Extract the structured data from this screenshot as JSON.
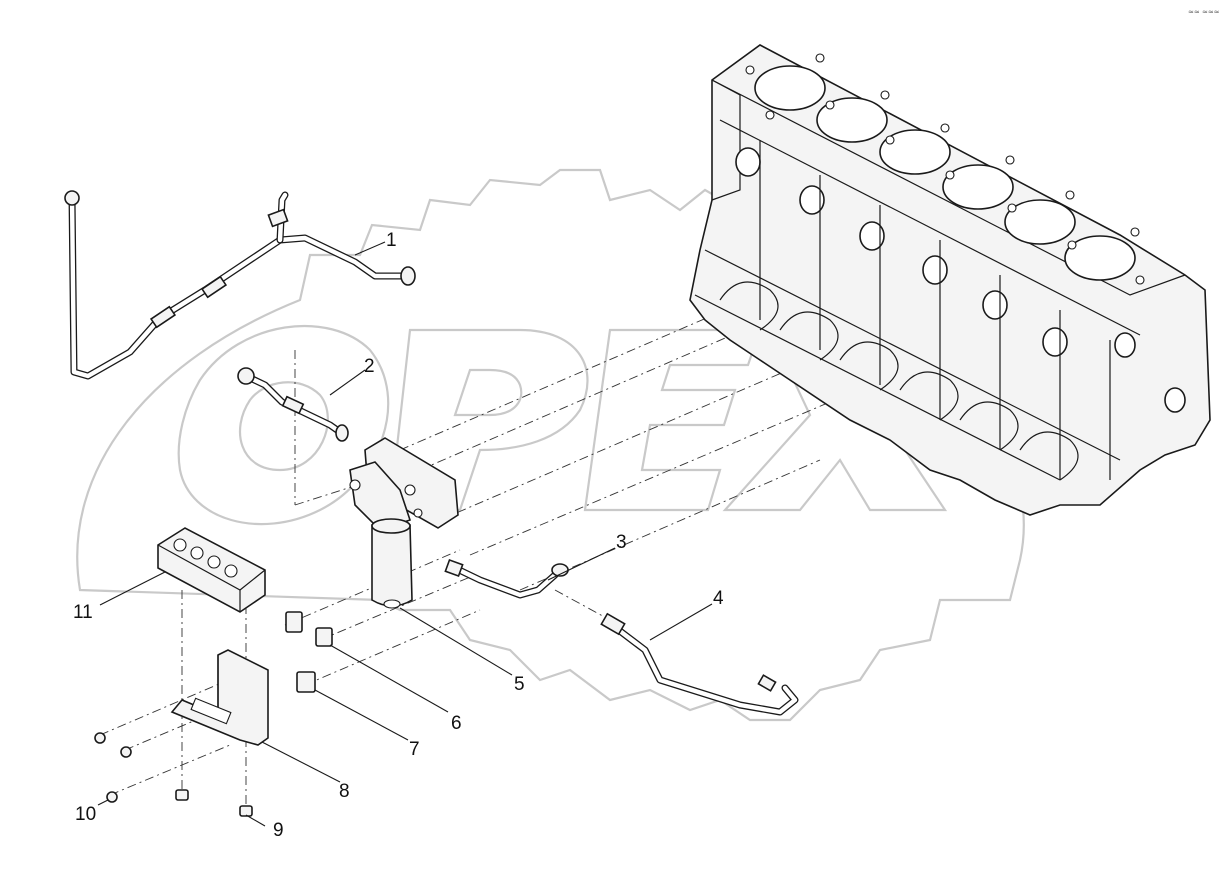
{
  "watermark": {
    "text": "OPEX"
  },
  "corner_note": "≈≈ ≈≈≈",
  "callouts": [
    "1",
    "2",
    "3",
    "4",
    "5",
    "6",
    "7",
    "8",
    "9",
    "10",
    "11"
  ],
  "parts": {
    "engine_block": "engine-block",
    "fuel_filter": "fuel-filter-assembly",
    "distributor": "fuel-distributor-block",
    "bracket": "mounting-bracket"
  }
}
